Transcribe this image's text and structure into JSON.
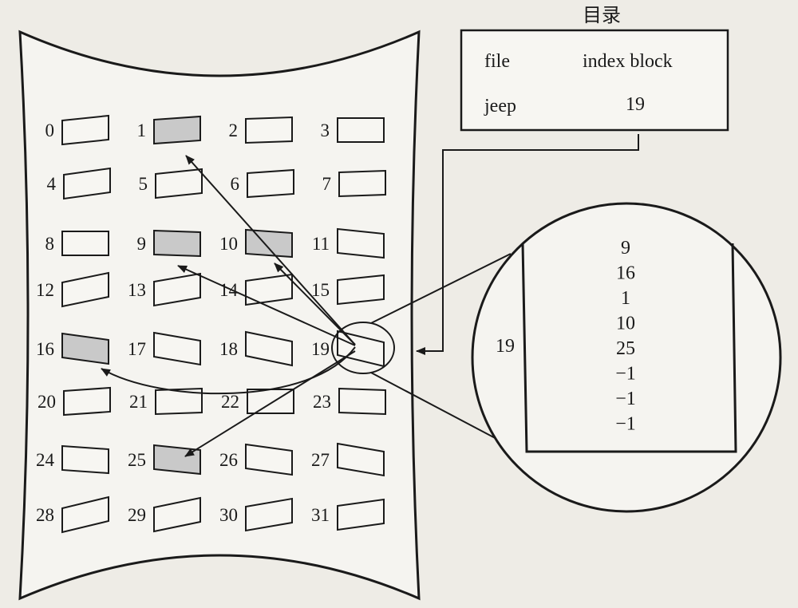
{
  "directory": {
    "title": "目录",
    "header": {
      "file": "file",
      "index": "index block"
    },
    "entry": {
      "file": "jeep",
      "index": "19"
    }
  },
  "blocks": [
    {
      "label": "0",
      "used": false
    },
    {
      "label": "1",
      "used": true
    },
    {
      "label": "2",
      "used": false
    },
    {
      "label": "3",
      "used": false
    },
    {
      "label": "4",
      "used": false
    },
    {
      "label": "5",
      "used": false
    },
    {
      "label": "6",
      "used": false
    },
    {
      "label": "7",
      "used": false
    },
    {
      "label": "8",
      "used": false
    },
    {
      "label": "9",
      "used": true
    },
    {
      "label": "10",
      "used": true
    },
    {
      "label": "11",
      "used": false
    },
    {
      "label": "12",
      "used": false
    },
    {
      "label": "13",
      "used": false
    },
    {
      "label": "14",
      "used": false
    },
    {
      "label": "15",
      "used": false
    },
    {
      "label": "16",
      "used": true
    },
    {
      "label": "17",
      "used": false
    },
    {
      "label": "18",
      "used": false
    },
    {
      "label": "19",
      "used": false
    },
    {
      "label": "20",
      "used": false
    },
    {
      "label": "21",
      "used": false
    },
    {
      "label": "22",
      "used": false
    },
    {
      "label": "23",
      "used": false
    },
    {
      "label": "24",
      "used": false
    },
    {
      "label": "25",
      "used": true
    },
    {
      "label": "26",
      "used": false
    },
    {
      "label": "27",
      "used": false
    },
    {
      "label": "28",
      "used": false
    },
    {
      "label": "29",
      "used": false
    },
    {
      "label": "30",
      "used": false
    },
    {
      "label": "31",
      "used": false
    }
  ],
  "index_block": {
    "label": "19",
    "entries": [
      "9",
      "16",
      "1",
      "10",
      "25",
      "−1",
      "−1",
      "−1"
    ]
  },
  "colors": {
    "used_fill": "#c9c9c9",
    "free_fill": "#f7f6f2",
    "ink": "#1a1a1a"
  }
}
